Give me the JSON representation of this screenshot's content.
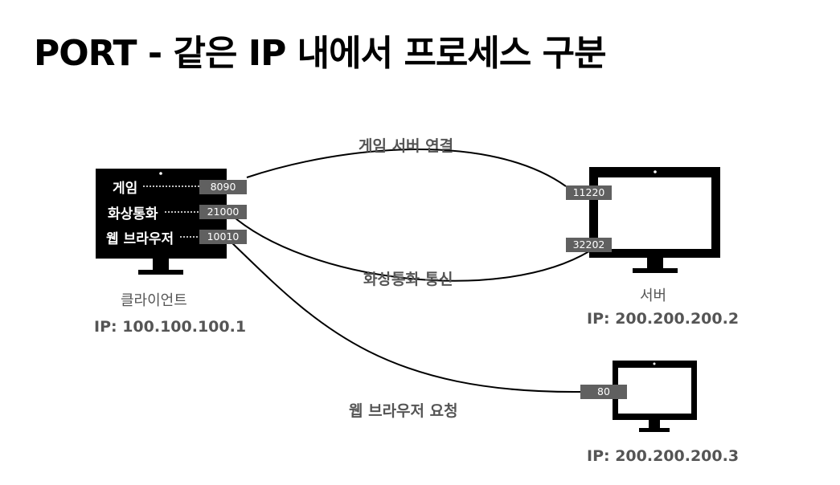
{
  "title": "PORT - 같은 IP 내에서 프로세스 구분",
  "client": {
    "name": "클라이언트",
    "ip": "IP: 100.100.100.1",
    "apps": [
      {
        "label": "게임",
        "port": "8090"
      },
      {
        "label": "화상통화",
        "port": "21000"
      },
      {
        "label": "웹 브라우저",
        "port": "10010"
      }
    ]
  },
  "server1": {
    "name": "서버",
    "ip": "IP: 200.200.200.2",
    "ports": [
      "11220",
      "32202"
    ]
  },
  "server2": {
    "ip": "IP: 200.200.200.3",
    "port": "80"
  },
  "connections": [
    {
      "label": "게임 서버 연결"
    },
    {
      "label": "화상통화 통신"
    },
    {
      "label": "웹 브라우저 요청"
    }
  ]
}
